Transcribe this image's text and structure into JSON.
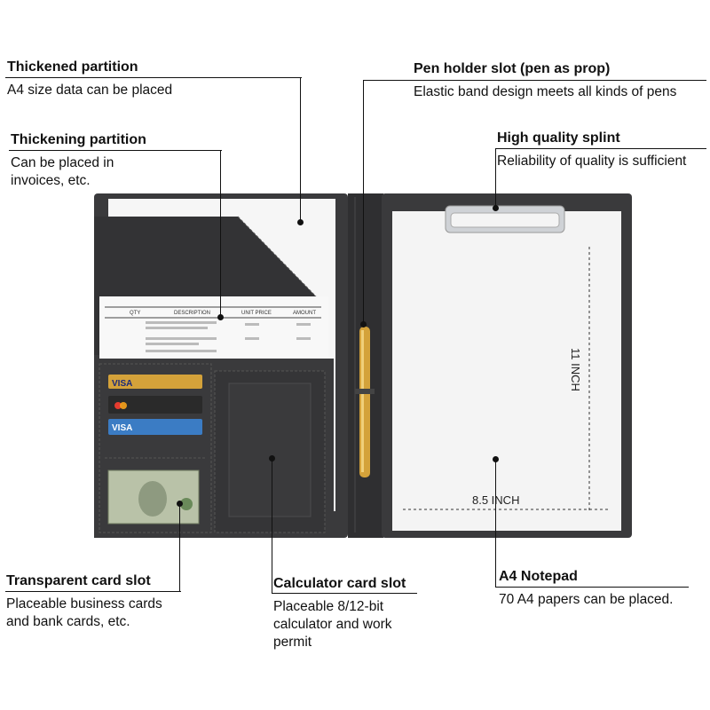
{
  "annotations": {
    "thickened_partition": {
      "title": "Thickened partition",
      "desc": "A4 size data can be placed"
    },
    "thickening_partition": {
      "title": "Thickening partition",
      "desc_line1": "Can be placed in",
      "desc_line2": "invoices, etc."
    },
    "pen_holder": {
      "title": "Pen holder slot (pen as prop)",
      "desc": "Elastic band design meets all kinds of pens"
    },
    "splint": {
      "title": "High quality splint",
      "desc": "Reliability of quality is sufficient"
    },
    "card_slot": {
      "title": "Transparent card slot",
      "desc_line1": "Placeable business cards",
      "desc_line2": "and bank cards, etc."
    },
    "calculator_slot": {
      "title": "Calculator card slot",
      "desc_line1": "Placeable 8/12-bit",
      "desc_line2": "calculator and work",
      "desc_line3": "permit"
    },
    "notepad": {
      "title": "A4 Notepad",
      "desc": "70 A4 papers can be placed."
    }
  },
  "product": {
    "height_label": "11 INCH",
    "width_label": "8.5 INCH",
    "invoice_headers": [
      "QTY",
      "DESCRIPTION",
      "UNIT PRICE",
      "AMOUNT"
    ],
    "card_brands": [
      "VISA",
      "VISA"
    ],
    "colors": {
      "leather": "#3a3a3c",
      "leather_dark": "#2b2b2d",
      "paper": "#f4f4f4",
      "gold": "#d4a23a",
      "clip": "#cfd2d6"
    }
  }
}
